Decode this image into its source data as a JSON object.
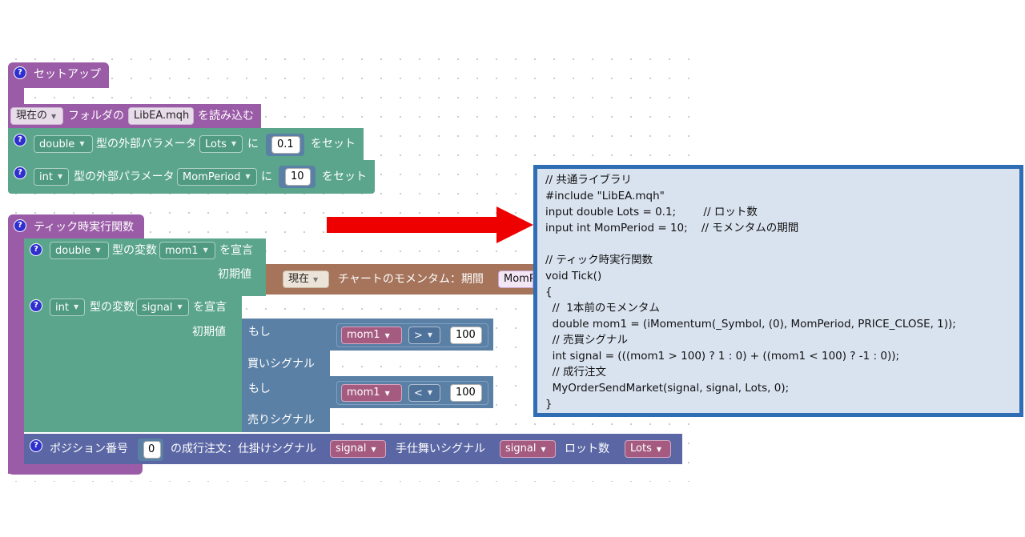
{
  "help_glyph": "?",
  "setup": {
    "title": "セットアップ",
    "include": {
      "location": "現在の",
      "folder_label": "フォルダの",
      "file": "LibEA.mqh",
      "suffix": "を読み込む"
    },
    "param1": {
      "type": "double",
      "label": "型の外部パラメータ",
      "name": "Lots",
      "to": "に",
      "value": "0.1",
      "suffix": "をセット"
    },
    "param2": {
      "type": "int",
      "label": "型の外部パラメータ",
      "name": "MomPeriod",
      "to": "に",
      "value": "10",
      "suffix": "をセット"
    }
  },
  "tick": {
    "title": "ティック時実行関数",
    "var1": {
      "type": "double",
      "label": "型の変数",
      "name": "mom1",
      "suffix": "を宣言",
      "init_label": "初期値",
      "momentum": {
        "mode": "現在",
        "text": "チャートのモメンタム：期間",
        "period": "MomP"
      }
    },
    "var2": {
      "type": "int",
      "label": "型の変数",
      "name": "signal",
      "suffix": "を宣言",
      "init_label": "初期値",
      "ternary": {
        "if1": "もし",
        "cond1": {
          "lhs": "mom1",
          "op": ">",
          "rhs": "100"
        },
        "then1": "買いシグナル",
        "if2": "もし",
        "cond2": {
          "lhs": "mom1",
          "op": "<",
          "rhs": "100"
        },
        "then2": "売りシグナル"
      }
    },
    "order": {
      "label1": "ポジション番号",
      "pos": "0",
      "label2": "の成行注文：仕掛けシグナル",
      "entry": "signal",
      "label3": "手仕舞いシグナル",
      "exit": "signal",
      "label4": "ロット数",
      "lots": "Lots"
    }
  },
  "code_lines": [
    "// 共通ライブラリ",
    "#include \"LibEA.mqh\"",
    "input double Lots = 0.1;        // ロット数",
    "input int MomPeriod = 10;    // モメンタムの期間",
    "",
    "// ティック時実行関数",
    "void Tick()",
    "{",
    "  //  1本前のモメンタム",
    "  double mom1 = (iMomentum(_Symbol, (0), MomPeriod, PRICE_CLOSE, 1));",
    "  // 売買シグナル",
    "  int signal = (((mom1 > 100) ? 1 : 0) + ((mom1 < 100) ? -1 : 0));",
    "  // 成行注文",
    "  MyOrderSendMarket(signal, signal, Lots, 0);",
    "}"
  ],
  "colors": {
    "procedure": "#9a5ca6",
    "variable": "#5ba58c",
    "logic": "#5b80a5",
    "indicator": "#a5745b",
    "order": "#5b67a5",
    "arrow": "#ee0000",
    "code_border": "#2f6db4",
    "code_bg": "#d9e3f0"
  }
}
